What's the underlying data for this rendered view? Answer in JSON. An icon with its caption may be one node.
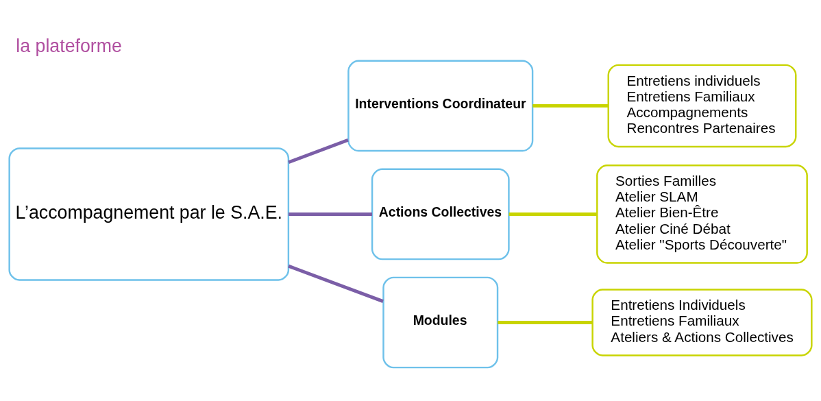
{
  "diagram": {
    "title": "la plateforme",
    "nodes": [
      {
        "text": [
          "L’accompagnement par le S.A.E."
        ]
      },
      {
        "text": [
          "Interventions Coordinateur"
        ]
      },
      {
        "text": [
          "Actions Collectives"
        ]
      },
      {
        "text": [
          "Modules"
        ]
      },
      {
        "text": [
          "Entretiens individuels",
          "Entretiens Familiaux",
          "Accompagnements",
          "Rencontres Partenaires"
        ]
      },
      {
        "text": [
          "Sorties Familles",
          "Atelier SLAM",
          "Atelier Bien-Être",
          "Atelier Ciné Débat",
          "Atelier \"Sports Découverte\""
        ]
      },
      {
        "text": [
          "Entretiens Individuels",
          "Entretiens Familiaux",
          "Ateliers & Actions Collectives"
        ]
      }
    ],
    "edges": [
      {
        "from": 0,
        "to": 1,
        "arrow": "none",
        "color": "#7b5ea7"
      },
      {
        "from": 0,
        "to": 2,
        "arrow": "none",
        "color": "#7b5ea7"
      },
      {
        "from": 0,
        "to": 3,
        "arrow": "none",
        "color": "#7b5ea7"
      },
      {
        "from": 1,
        "to": 4,
        "arrow": "none",
        "color": "#c8d400"
      },
      {
        "from": 2,
        "to": 5,
        "arrow": "none",
        "color": "#c8d400"
      },
      {
        "from": 3,
        "to": 6,
        "arrow": "none",
        "color": "#c8d400"
      }
    ]
  }
}
